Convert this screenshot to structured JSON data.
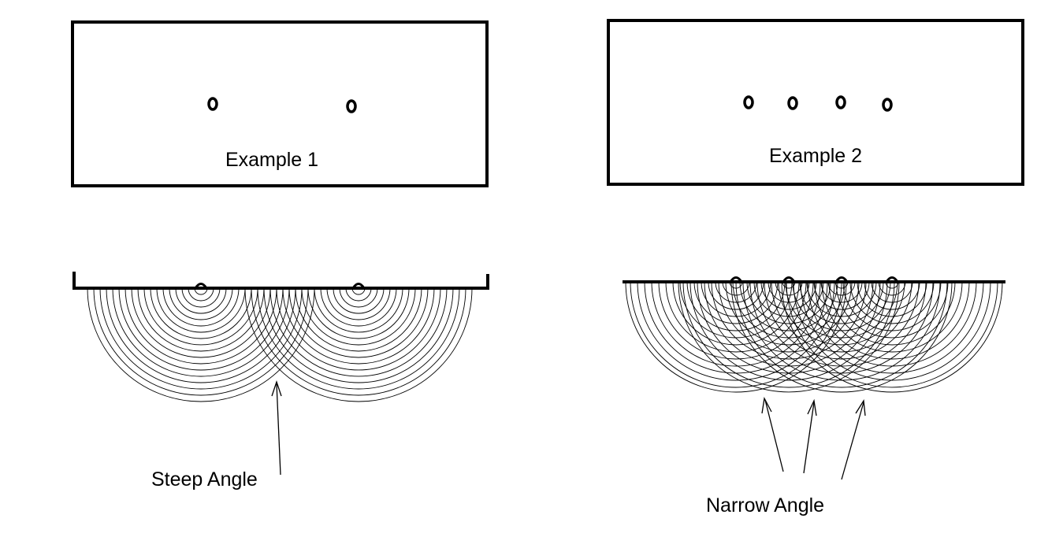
{
  "examples": [
    {
      "title": "Example 1",
      "source_count": 2
    },
    {
      "title": "Example 2",
      "source_count": 4
    }
  ],
  "annotations": {
    "steep": "Steep Angle",
    "narrow": "Narrow Angle"
  },
  "colors": {
    "ink": "#000000",
    "background": "#ffffff"
  }
}
